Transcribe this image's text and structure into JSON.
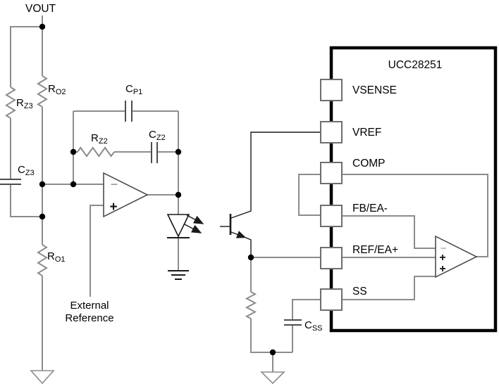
{
  "figure": {
    "type": "circuit-schematic",
    "description": "UCC28251 external error amplifier / optocoupler feedback network"
  },
  "ic": {
    "name": "UCC28251",
    "pins": [
      {
        "label": "VSENSE"
      },
      {
        "label": "VREF"
      },
      {
        "label": "COMP"
      },
      {
        "label": "FB/EA-"
      },
      {
        "label": "REF/EA+"
      },
      {
        "label": "SS"
      }
    ]
  },
  "nets": {
    "vout": "VOUT"
  },
  "components": {
    "r_z3": {
      "sym": "R",
      "sub": "Z3"
    },
    "r_o2": {
      "sym": "R",
      "sub": "O2"
    },
    "c_z3": {
      "sym": "C",
      "sub": "Z3"
    },
    "r_o1": {
      "sym": "R",
      "sub": "O1"
    },
    "c_p1": {
      "sym": "C",
      "sub": "P1"
    },
    "r_z2": {
      "sym": "R",
      "sub": "Z2"
    },
    "c_z2": {
      "sym": "C",
      "sub": "Z2"
    },
    "c_ss": {
      "sym": "C",
      "sub": "SS"
    }
  },
  "annotations": {
    "external_reference": {
      "line1": "External",
      "line2": "Reference"
    }
  },
  "opamp_symbols": {
    "minus": "−",
    "plus": "+"
  },
  "error_amp_symbols": {
    "minus": "−",
    "plus_top": "+",
    "plus_bottom": "+"
  },
  "colors": {
    "wire": "#8c8c8c",
    "component_outline": "#4d4d4d",
    "dark_outline": "#1a1a1a",
    "ic_border": "#000000",
    "text": "#000000",
    "background": "#ffffff"
  }
}
